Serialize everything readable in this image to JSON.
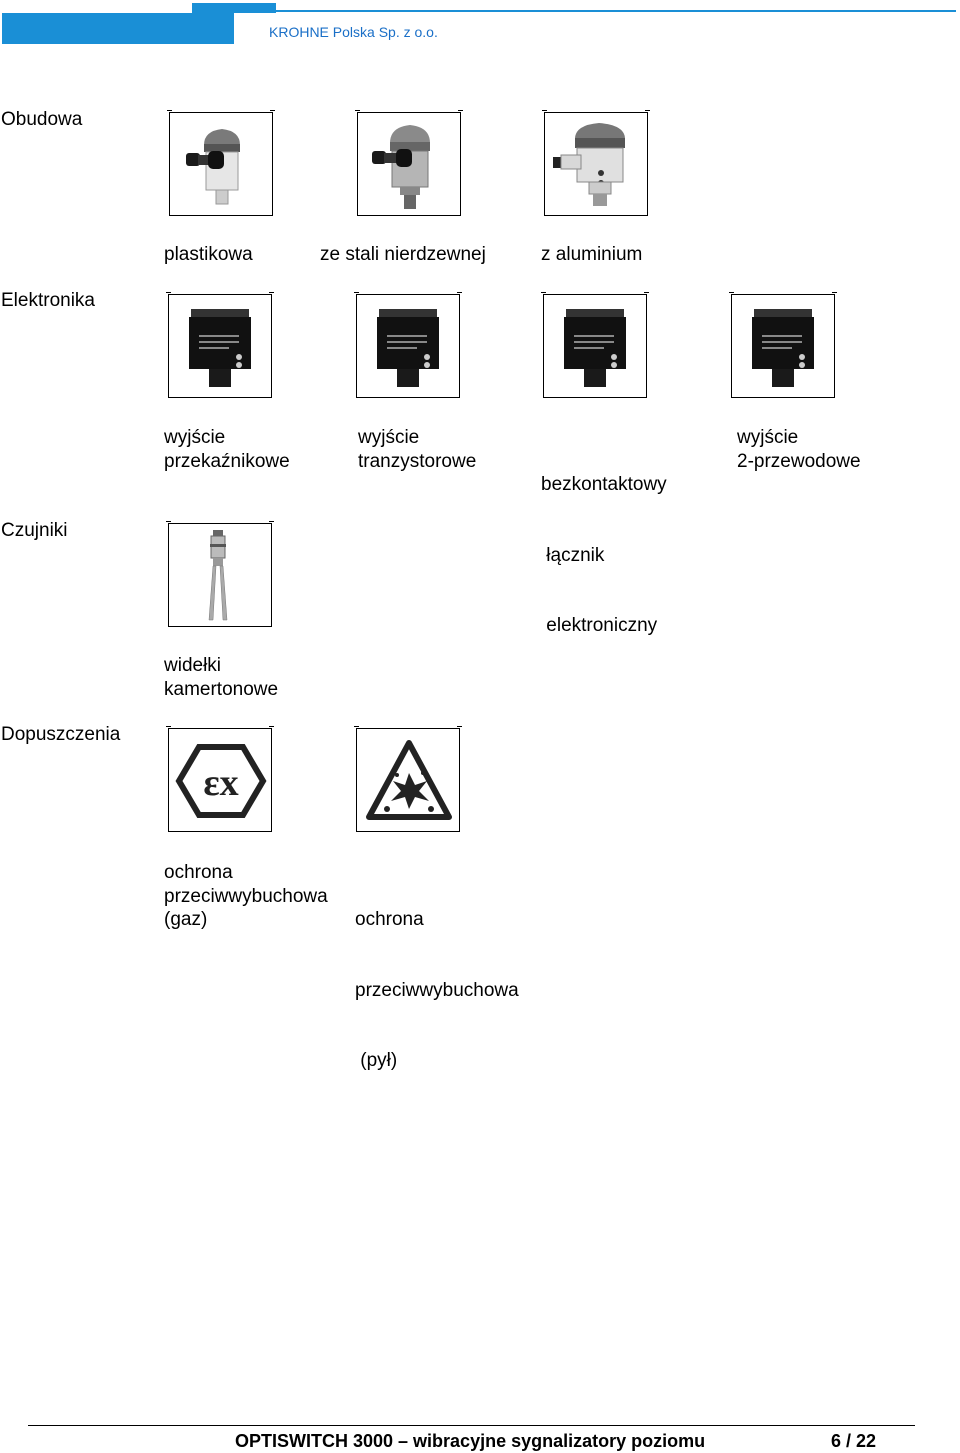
{
  "header": {
    "company": "KROHNE Polska Sp. z  o.o."
  },
  "sections": {
    "housing": {
      "title": "Obudowa",
      "items": [
        {
          "label": "plastikowa",
          "icon": "plastic-housing-icon"
        },
        {
          "label": "ze stali nierdzewnej",
          "icon": "stainless-housing-icon"
        },
        {
          "label": "z aluminium",
          "icon": "aluminium-housing-icon"
        }
      ]
    },
    "electronics": {
      "title": "Elektronika",
      "items": [
        {
          "lines": [
            "wyjście",
            "przekaźnikowe"
          ],
          "icon": "electronics-module-icon"
        },
        {
          "lines": [
            "wyjście",
            "tranzystorowe"
          ],
          "icon": "electronics-module-icon"
        },
        {
          "lines": [
            "bezkontaktowy",
            " łącznik",
            " elektroniczny"
          ],
          "icon": "electronics-module-icon"
        },
        {
          "lines": [
            "wyjście",
            "2-przewodowe"
          ],
          "icon": "electronics-module-icon"
        }
      ]
    },
    "sensors": {
      "title": "Czujniki",
      "items": [
        {
          "lines": [
            "widełki",
            "kamertonowe"
          ],
          "icon": "tuning-fork-sensor-icon"
        }
      ]
    },
    "approvals": {
      "title": "Dopuszczenia",
      "items": [
        {
          "lines": [
            "ochrona",
            "przeciwwybuchowa",
            "(gaz)"
          ],
          "icon": "ex-gas-icon"
        },
        {
          "lines": [
            "ochrona",
            "przeciwwybuchowa",
            " (pył)"
          ],
          "icon": "dust-explosion-icon"
        }
      ]
    }
  },
  "footer": {
    "title": "OPTISWITCH 3000 – wibracyjne sygnalizatory poziomu",
    "page": "6 / 22"
  }
}
